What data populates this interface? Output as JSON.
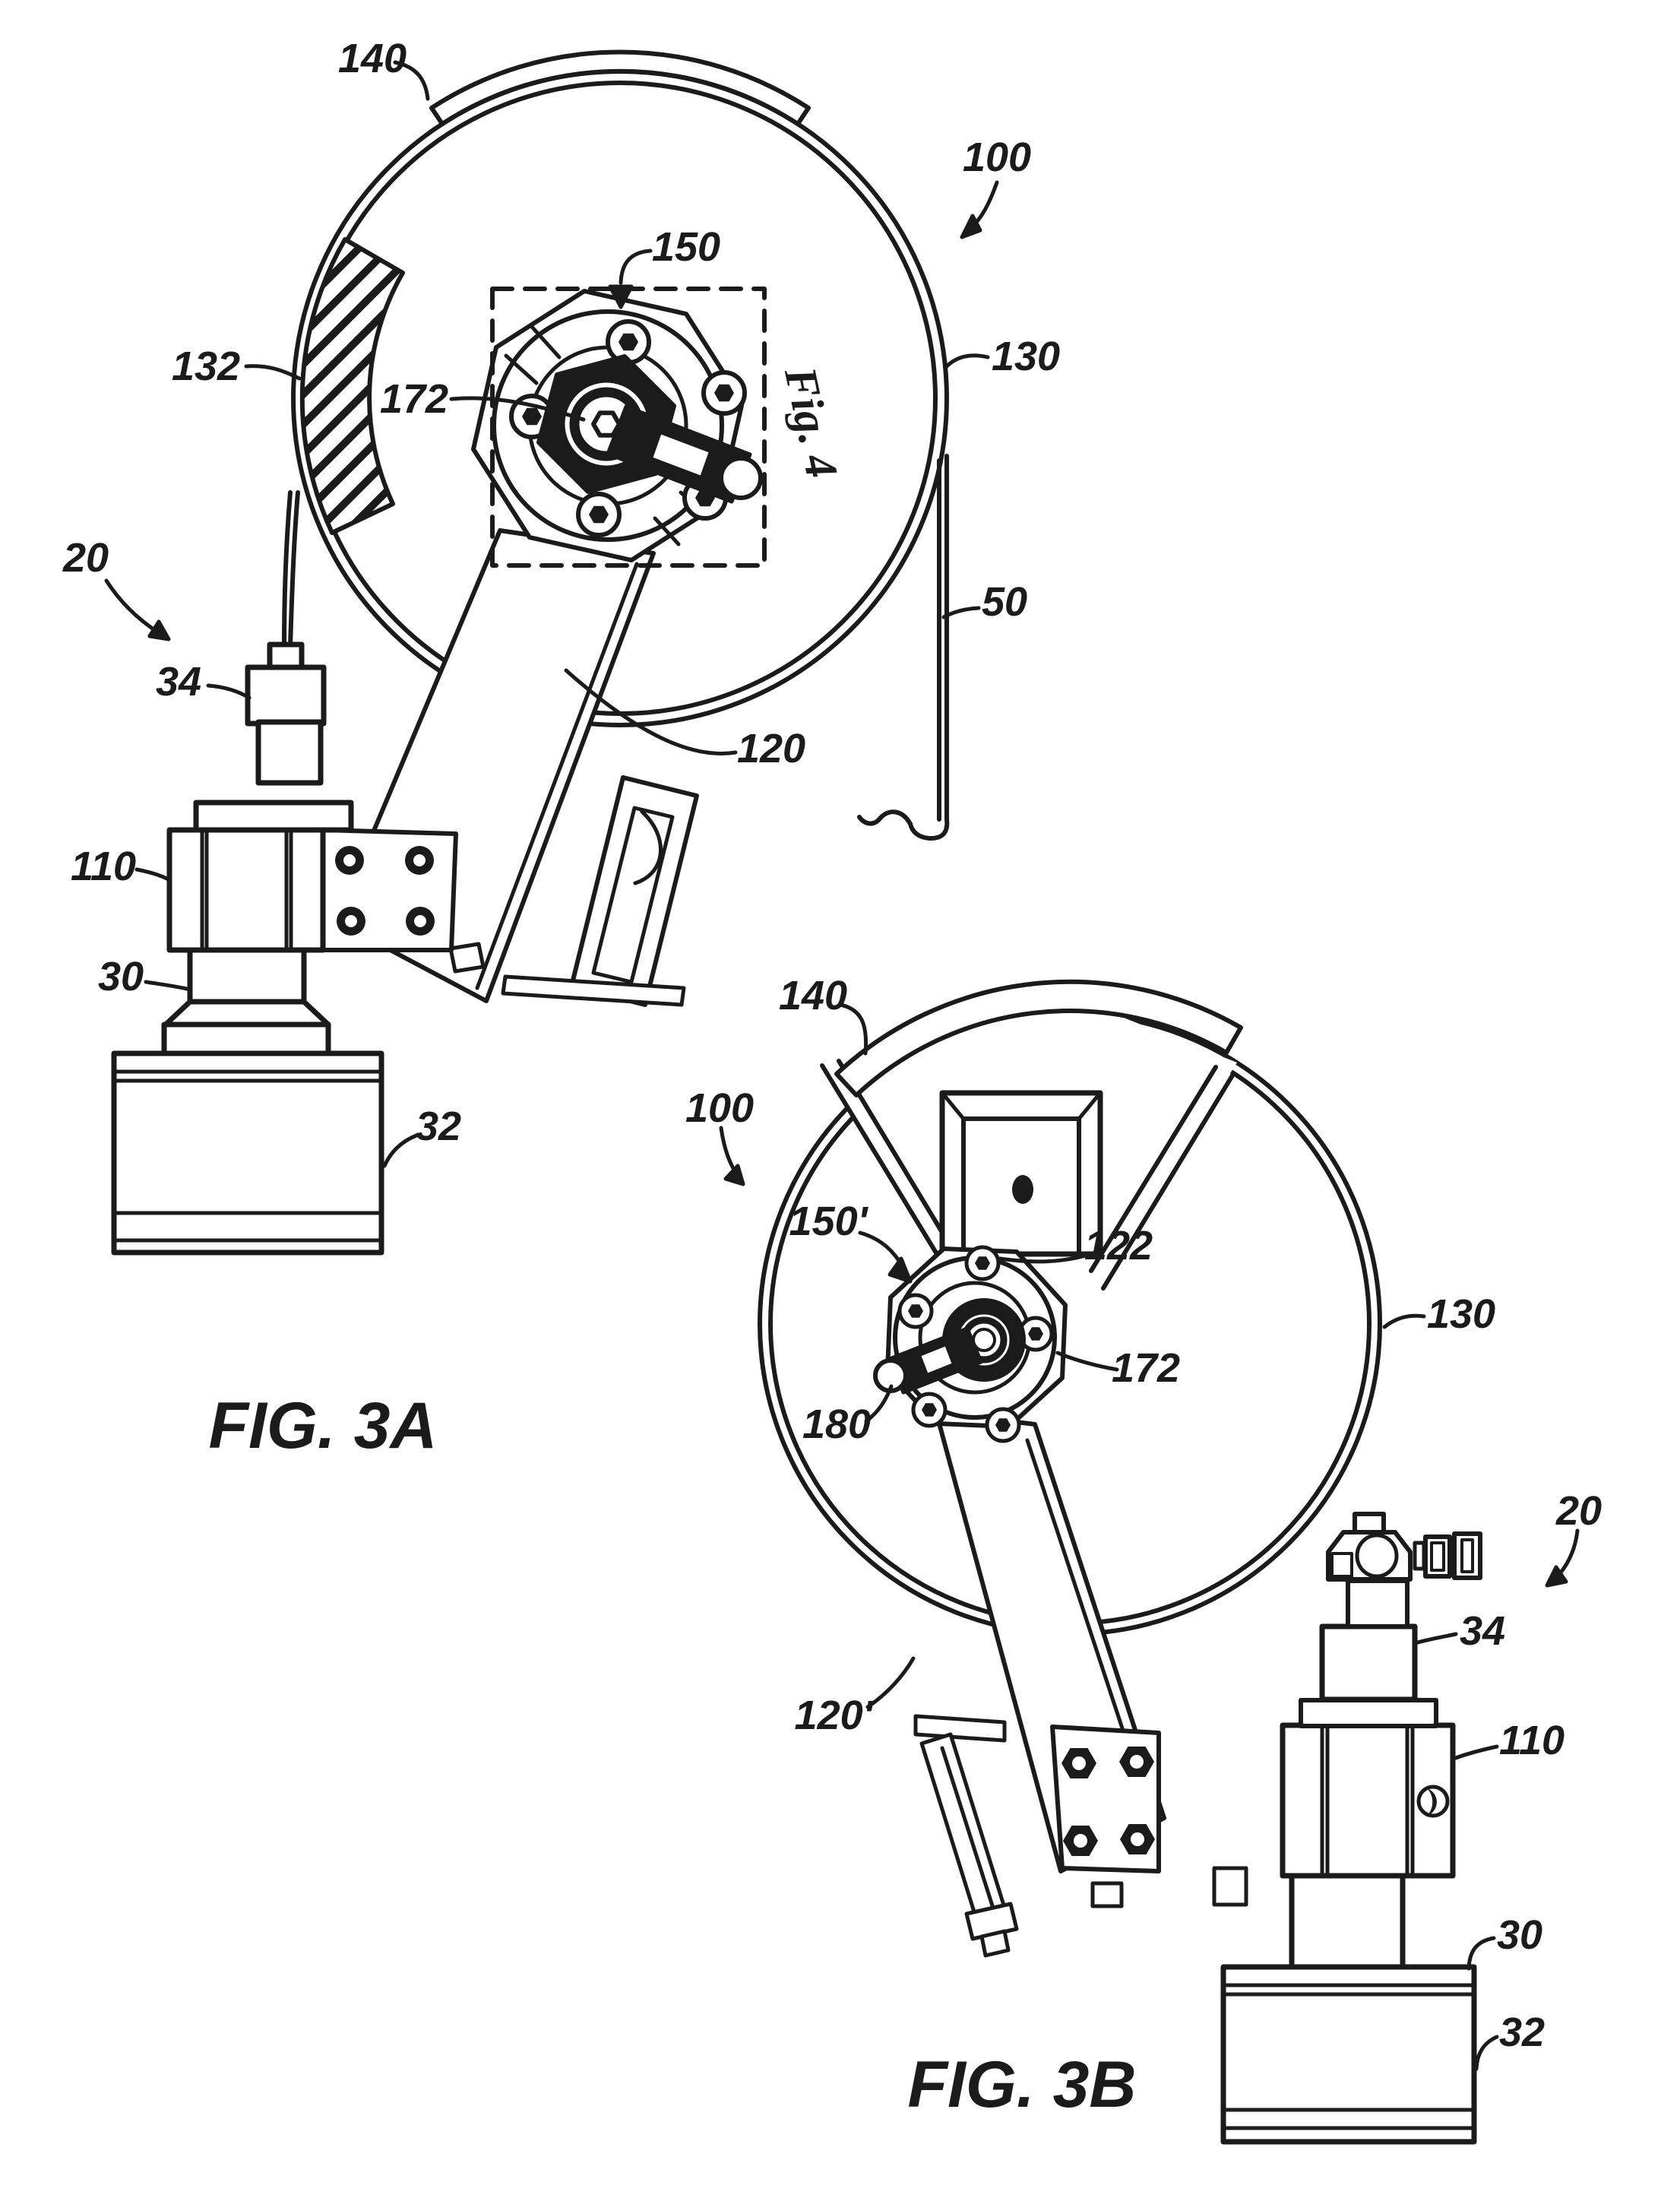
{
  "sheet": {
    "type": "patent-figure-sheet",
    "ink_color": "#1b1b1b",
    "paper_color": "#ffffff"
  },
  "fig3a": {
    "caption": "FIG. 3A",
    "detail_ref": "Fig. 4",
    "ref20": "20",
    "ref30": "30",
    "ref32": "32",
    "ref34": "34",
    "ref50": "50",
    "ref100": "100",
    "ref110": "110",
    "ref120": "120",
    "ref130": "130",
    "ref132": "132",
    "ref140": "140",
    "ref150": "150",
    "ref172": "172"
  },
  "fig3b": {
    "caption": "FIG. 3B",
    "ref20": "20",
    "ref30": "30",
    "ref32": "32",
    "ref34": "34",
    "ref100": "100",
    "ref110": "110",
    "ref120p": "120'",
    "ref122": "122",
    "ref130": "130",
    "ref140": "140",
    "ref150p": "150'",
    "ref172": "172",
    "ref180": "180"
  }
}
